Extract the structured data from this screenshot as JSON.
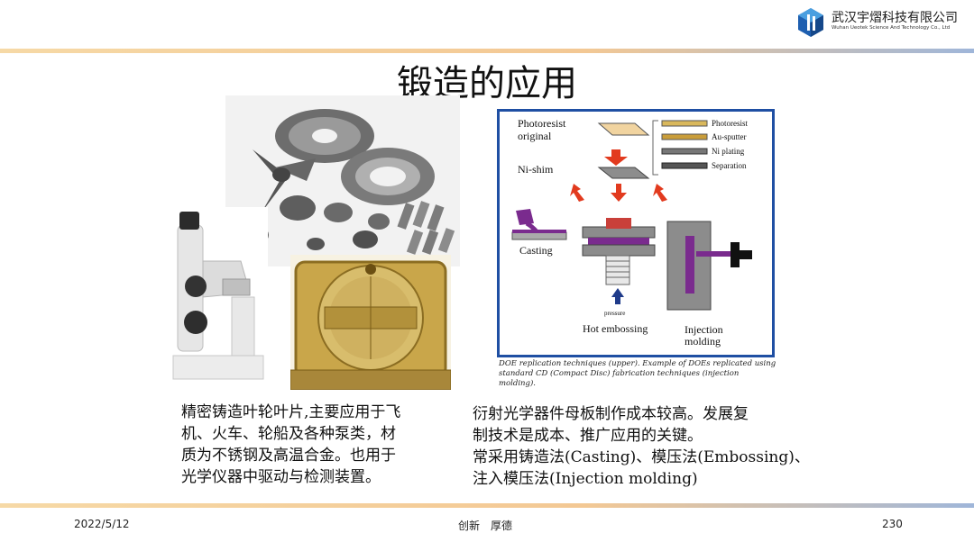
{
  "header": {
    "company_cn": "武汉宇熠科技有限公司",
    "company_en": "Wuhan Ueotek Science And Technology Co., Ltd"
  },
  "slide": {
    "title": "锻造的应用",
    "left_caption": [
      "精密铸造叶轮叶片,主要应用于飞",
      "机、火车、轮船及各种泵类，材",
      "质为不锈钢及高温合金。也用于",
      "光学仪器中驱动与检测装置。"
    ],
    "right_caption": [
      "衍射光学器件母板制作成本较高。发展复",
      "制技术是成本、推广应用的关键。",
      "常采用铸造法(Casting)、模压法(Embossing)、",
      "注入模压法(Injection molding)"
    ]
  },
  "diagram": {
    "photoresist_original": "Photoresist original",
    "ni_shim": "Ni-shim",
    "steps": [
      "Photoresist",
      "Au-sputter",
      "Ni plating",
      "Separation"
    ],
    "casting": "Casting",
    "pressure": "pressure",
    "hot_embossing": "Hot embossing",
    "injection_molding": "Injection molding",
    "caption": "DOE replication techniques (upper). Example of DOEs replicated using standard CD (Compact Disc) fabrication techniques (injection molding)."
  },
  "footer": {
    "date": "2022/5/12",
    "motto": "创新　厚德",
    "page": "230"
  },
  "colors": {
    "diagram_border": "#1f4fa3",
    "arrow_red": "#e23a1e",
    "purple": "#7a2b8e"
  }
}
